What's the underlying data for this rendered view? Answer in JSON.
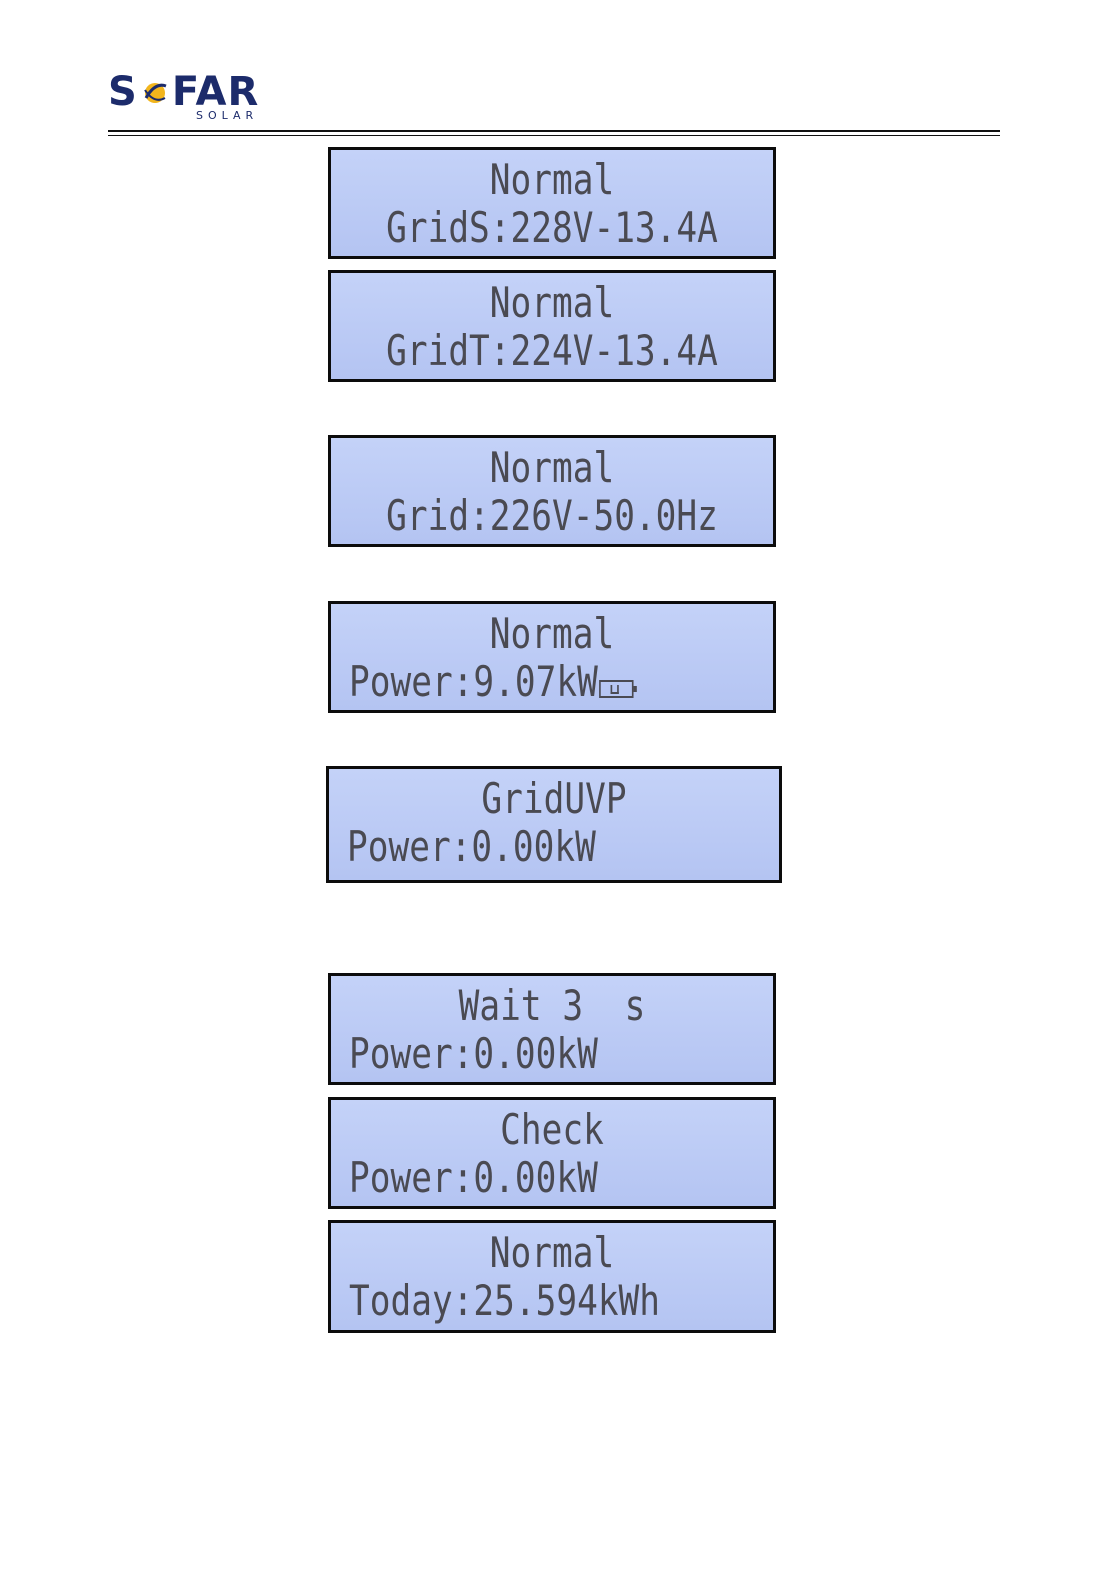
{
  "logo": {
    "brand_left": "S",
    "brand_right": "FAR",
    "sub": "SOLAR",
    "icon": "sun-icon",
    "color": "#1c2b6b"
  },
  "lcd_colors": {
    "background": "#b8c8f4",
    "text": "#4a4a52",
    "border": "#0c0c0c"
  },
  "screens": [
    {
      "line1": "Normal",
      "line2": "GridS:228V-13.4A"
    },
    {
      "line1": "Normal",
      "line2": "GridT:224V-13.4A"
    },
    {
      "line1": "Normal",
      "line2": "Grid:226V-50.0Hz"
    },
    {
      "line1": "Normal",
      "line2": "Power:9.07kW",
      "icon": "battery-icon"
    },
    {
      "line1": "GridUVP",
      "line2": "Power:0.00kW"
    },
    {
      "line1": "Wait 3  s",
      "line2": "Power:0.00kW"
    },
    {
      "line1": "Check",
      "line2": "Power:0.00kW"
    },
    {
      "line1": "Normal",
      "line2": "Today:25.594kWh"
    }
  ]
}
